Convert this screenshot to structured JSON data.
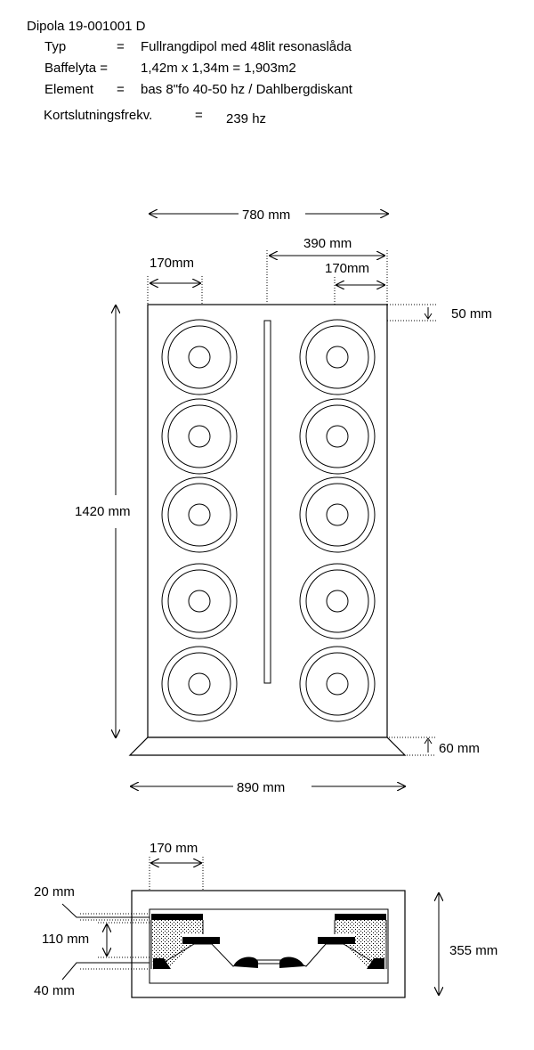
{
  "header": {
    "title": "Dipola 19-001001 D",
    "rows": [
      {
        "key": "Typ",
        "eq": "=",
        "value": "Fullrangdipol med 48lit resonaslåda"
      },
      {
        "key": "Baffelyta =",
        "eq": "",
        "value": "1,42m x 1,34m = 1,903m2"
      },
      {
        "key": "Element",
        "eq": "=",
        "value": "bas 8\"fo 40-50 hz  /  Dahlbergdiskant"
      }
    ],
    "freq_key": "Kortslutningsfrekv.",
    "freq_eq": "=",
    "freq_value": "239 hz"
  },
  "front_view": {
    "total_width": "780 mm",
    "half_width": "390 mm",
    "left_margin": "170mm",
    "right_margin": "170mm",
    "top_margin": "50 mm",
    "height": "1420 mm",
    "base_height": "60 mm",
    "base_width": "890 mm"
  },
  "top_view": {
    "depth_offset": "170 mm",
    "wall_top": "20 mm",
    "inner_height": "110 mm",
    "wall_bottom": "40 mm",
    "total_depth": "355 mm"
  }
}
